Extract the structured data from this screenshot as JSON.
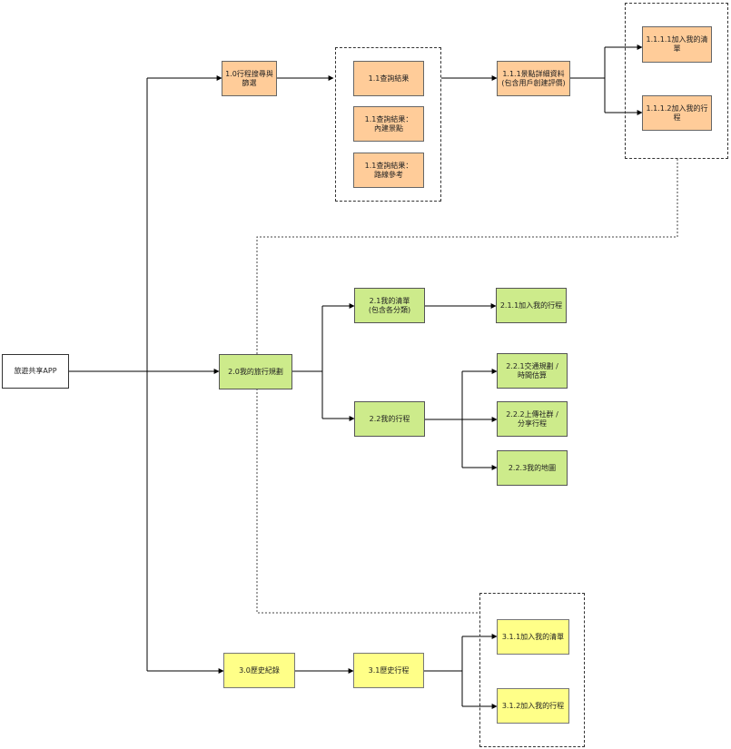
{
  "root": "旅遊共享APP",
  "n1": "1.0行程搜尋與篩選",
  "n11a": "1.1查詢結果",
  "n11b": "1.1查詢結果：\n內建景點",
  "n11c": "1.1查詢結果：\n路線參考",
  "n111": "1.1.1景點詳細資料\n(包含用戶創建評價)",
  "n1111": "1.1.1.1加入我的清單",
  "n1112": "1.1.1.2加入我的行程",
  "n2": "2.0我的旅行規劃",
  "n21": "2.1我的清單\n(包含各分類)",
  "n211": "2.1.1加入我的行程",
  "n22": "2.2我的行程",
  "n221": "2.2.1交通規劃 /\n時間估算",
  "n222": "2.2.2上傳社群 /\n分享行程",
  "n223": "2.2.3我的地圖",
  "n3": "3.0歷史紀錄",
  "n31": "3.1歷史行程",
  "n311": "3.1.1加入我的清單",
  "n312": "3.1.2加入我的行程",
  "colors": {
    "orange": "#ffcc99",
    "green": "#cdeb8b",
    "yellow": "#ffff88",
    "line": "#000000"
  }
}
